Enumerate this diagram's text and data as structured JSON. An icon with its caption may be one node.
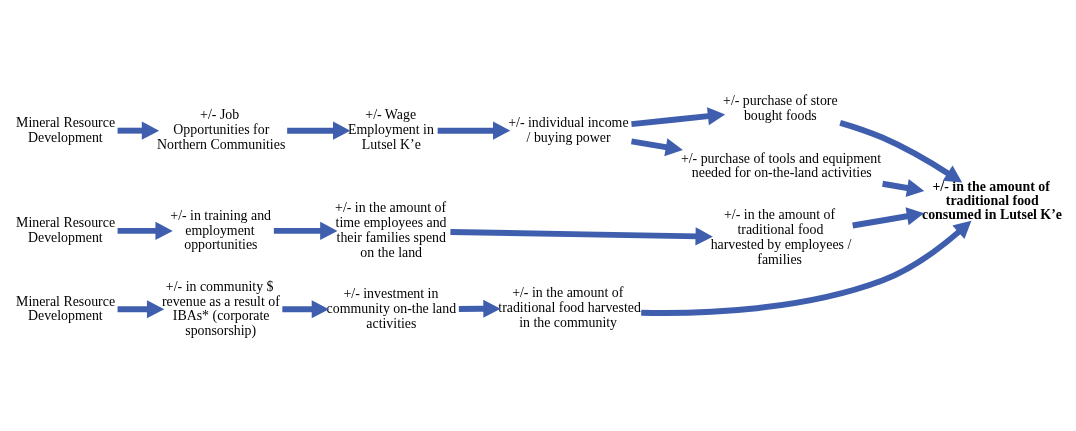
{
  "diagram": {
    "nodes": [
      {
        "text": [
          "Mineral Resource Development"
        ]
      },
      {
        "text": [
          "+/- Job Opportunities for Northern Communities"
        ]
      },
      {
        "text": [
          "+/- Wage Employment in Lutsel K’e"
        ]
      },
      {
        "text": [
          "+/- individual income / buying power"
        ]
      },
      {
        "text": [
          "+/- purchase of store bought foods"
        ]
      },
      {
        "text": [
          "+/- purchase of tools and equipment needed for on-the-land activities"
        ]
      },
      {
        "text": [
          "Mineral Resource Development"
        ]
      },
      {
        "text": [
          "+/- in training and employment opportunities"
        ]
      },
      {
        "text": [
          "+/- in the amount of time employees and their families spend on the land"
        ]
      },
      {
        "text": [
          "+/- in the amount of traditional food harvested by employees / families"
        ]
      },
      {
        "text": [
          "+/- in the amount of traditional food consumed in Lutsel K’e"
        ]
      },
      {
        "text": [
          "Mineral Resource Development"
        ]
      },
      {
        "text": [
          "+/- in community $ revenue as a result of IBAs* (corporate sponsorship)"
        ]
      },
      {
        "text": [
          "+/- investment in community on-the land activities"
        ]
      },
      {
        "text": [
          "+/- in the amount of traditional food harvested in the community"
        ]
      }
    ],
    "edges": [
      {
        "from": 0,
        "to": 1,
        "arrow": "to"
      },
      {
        "from": 1,
        "to": 2,
        "arrow": "to"
      },
      {
        "from": 2,
        "to": 3,
        "arrow": "to"
      },
      {
        "from": 3,
        "to": 4,
        "arrow": "to"
      },
      {
        "from": 3,
        "to": 5,
        "arrow": "to"
      },
      {
        "from": 4,
        "to": 10,
        "arrow": "to"
      },
      {
        "from": 5,
        "to": 10,
        "arrow": "to"
      },
      {
        "from": 6,
        "to": 7,
        "arrow": "to"
      },
      {
        "from": 7,
        "to": 8,
        "arrow": "to"
      },
      {
        "from": 8,
        "to": 9,
        "arrow": "to"
      },
      {
        "from": 9,
        "to": 10,
        "arrow": "to"
      },
      {
        "from": 11,
        "to": 12,
        "arrow": "to"
      },
      {
        "from": 12,
        "to": 13,
        "arrow": "to"
      },
      {
        "from": 13,
        "to": 14,
        "arrow": "to"
      },
      {
        "from": 14,
        "to": 10,
        "arrow": "to"
      }
    ]
  }
}
